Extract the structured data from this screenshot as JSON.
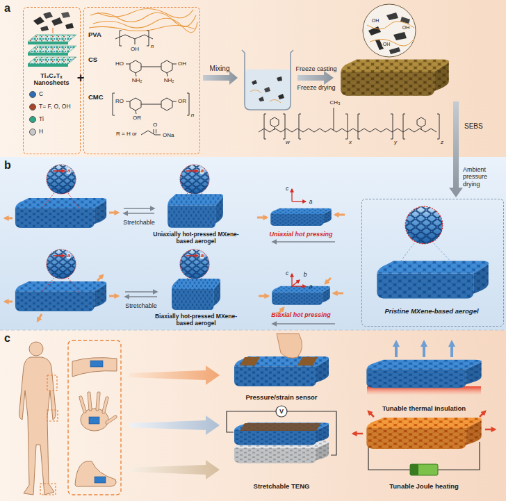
{
  "diagram": {
    "nodes": [
      {
        "text": [
          "a"
        ]
      },
      {
        "text": [
          "Ti₃C₂Tₓ Nanosheets"
        ],
        "in": 0
      },
      {
        "text": [
          "PVA",
          "CS",
          "CMC"
        ],
        "in": 0
      },
      {
        "text": [
          "b"
        ]
      },
      {
        "text": [
          "Pristine MXene-based aerogel"
        ],
        "in": 3
      },
      {
        "text": [
          "c"
        ]
      }
    ],
    "labels": [
      "+",
      "OH",
      "n",
      "HO",
      "OH",
      "NH₂",
      "NH₂",
      "RO",
      "OR",
      "OR",
      "n",
      "R = H or",
      "O",
      "ONa",
      "Mixing",
      "Freeze casting",
      "Freeze drying",
      "OH",
      "OH",
      "OH",
      "CH₃",
      "w",
      "x",
      "y",
      "z",
      "SEBS",
      "Ambient pressure drying",
      "a",
      "Stretchable",
      "a",
      "Uniaxially hot-pressed MXene-based aerogel",
      "c",
      "a",
      "Uniaxial hot pressing",
      "a",
      "Stretchable",
      "a",
      "Biaxially hot-pressed MXene-based aerogel",
      "c",
      "b",
      "a",
      "Biaxial hot pressing",
      "Pressure/strain sensor",
      "Tunable thermal insulation",
      "Stretchable TENG",
      "Tunable Joule heating",
      "V"
    ],
    "legend": [
      {
        "text": "C",
        "color": "#2d6db3"
      },
      {
        "text": "T= F, O, OH",
        "color": "#a6452a"
      },
      {
        "text": "Ti",
        "color": "#2fa586"
      },
      {
        "text": "H",
        "color": "#c8c8c8"
      }
    ]
  }
}
